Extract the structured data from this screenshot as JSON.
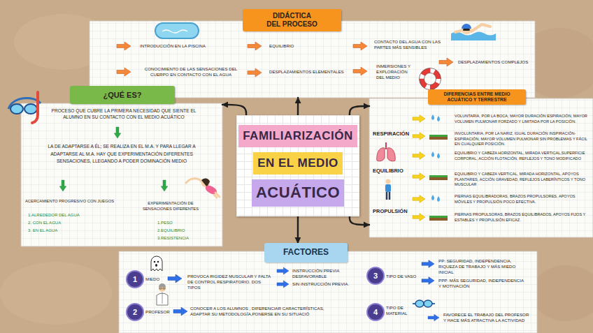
{
  "diagram": {
    "nodes": [
      {
        "text": [
          "DIDÁCTICA DEL PROCESO",
          "INTRODUCCIÓN EN LA PISCINA",
          "EQUILIBRIO",
          "CONTACTO DEL AGUA CON LAS PARTES MÁS SENSIBLES",
          "CONOCIMIENTO DE LAS SENSACIONES DEL CUERPO EN CONTACTO CON EL AGUA",
          "DESPLAZAMIENTOS ELEMENTALES",
          "INMERSIONES Y EXPLORACIÓN DEL MEDIO",
          "DESPLAZAMIENTOS COMPLEJOS"
        ]
      },
      {
        "text": [
          "¿QUÉ ES?",
          "PROCESO QUE CUBRE LA PRIMERA NECESIDAD QUE SIENTE EL ALUMNO EN SU CONTACTO CON EL MEDIO ACUÁTICO",
          "LA DE ADAPTARSE A ÉL; SE REALIZA EN EL M.A. Y PARA LLEGAR A ADAPTARSE AL M.A. HAY QUE EXPERIMENTACIÓN DIFERENTES SENSACIONES, LLEGANDO A PODER DOMINACIÓN MEDIO",
          "ACERCAMIENTO PROGRESIVO CON JUEGOS",
          "1.ALREDEDOR DEL AGUA",
          "2. CON EL AGUA",
          "3. EN EL AGUA",
          "EXPERIMENTACIÓN DE SENSACIONES DIFERENTES",
          "1.PESO",
          "2.EQUILIBRIO",
          "3.RESISTENCIA"
        ]
      },
      {
        "text": [
          "FAMILIARIZACIÓN",
          "EN EL MEDIO",
          "ACUÁTICO"
        ]
      },
      {
        "text": [
          "DIFERENCIAS ENTRE MEDIO ACUÁTICO Y TERRESTRE",
          "RESPIRACIÓN",
          "VOLUNTARIA, POR LA BOCA, MAYOR DURACIÓN ESPIRACIÓN, MAYOR VOLUMEN PULMONAR FORZADO Y LIMITADA POR LA POSICIÓN.",
          "INVOLUNTARIA, POR LA NARIZ, IGUAL DURACIÓN INSPIRACIÓN-ESPIRACIÓN, MAYOR VOLUMEN PULMONAR SIN PROBLEMAS Y FÁCIL EN CUALQUIER POSICIÓN.",
          "EQUILIBRIO",
          "EQUILIBRIO Y CABEZA HORIZONTAL, MIRADA VERTICAL,SUPERFICIE CORPORAL, ACCIÓN FLOTACIÓN, REFLEJOS Y TONO MODIFICADO",
          "EQUILIBRIO Y CABEZA VERTICAL, MIRADA HORIZONTAL, APOYOS PLANTARES, ACCIÓN GRAVEDAD, REFLEJOS LABERÍNTICOS Y TONO MUSCULAR",
          "PROPULSIÓN",
          "PIERNAS EQUILIBRADORAS, BRAZOS PROPULSORES, APOYOS MÓVILES Y PROPULSIÓN POCO EFECTIVA.",
          "PIERNAS PROPULSORAS, BRAZOS EQUILIBRADOS, APOYOS FIJOS Y ESTABLES Y PROPULSIÓN EFICAZ."
        ]
      },
      {
        "text": [
          "FACTORES",
          "MIEDO",
          "PROVOCA RIGIDEZ MUSCULAR Y FALTA DE CONTROL RESPIRATORIO. DOS TIPOS",
          "INSTRUCCIÓN PREVIA DESFAVORABLE",
          "SIN INSTRUCCIÓN PREVIA.",
          "PROFESOR",
          "CONOCER A LOS ALUMNOS , DIFERENCIAR CARACTERÍSTICAS, ADAPTAR SU METODOLOGÍA,PONERSE EN SU SITUACIÓ",
          "TIPO DE VASO",
          "PP: SEGURIDAD, INDEPENDENCIA, RIQUEZA DE TRABAJO Y MÁS MIEDO INICIAL",
          "PPP: MÁS SEGURIDAD, INDEPENDENCIA Y MOTIVACIÓN",
          "TIPO DE MATERIAL",
          "FAVORECE EL TRABAJO DEL PROFESOR Y HACE MÁS ATRACTIVA LA ACTIVIDAD"
        ]
      },
      {
        "text": [
          "1"
        ],
        "in": 4
      },
      {
        "text": [
          "2"
        ],
        "in": 4
      },
      {
        "text": [
          "3"
        ],
        "in": 4
      },
      {
        "text": [
          "4"
        ],
        "in": 4
      }
    ],
    "edges": [
      {
        "from": 2,
        "to": 1,
        "arrow": "to"
      },
      {
        "from": 2,
        "to": 0,
        "arrow": "to"
      },
      {
        "from": 2,
        "to": 3,
        "arrow": "to"
      },
      {
        "from": 2,
        "to": 3,
        "arrow": "to"
      },
      {
        "from": 2,
        "to": 4,
        "arrow": "to"
      }
    ]
  }
}
